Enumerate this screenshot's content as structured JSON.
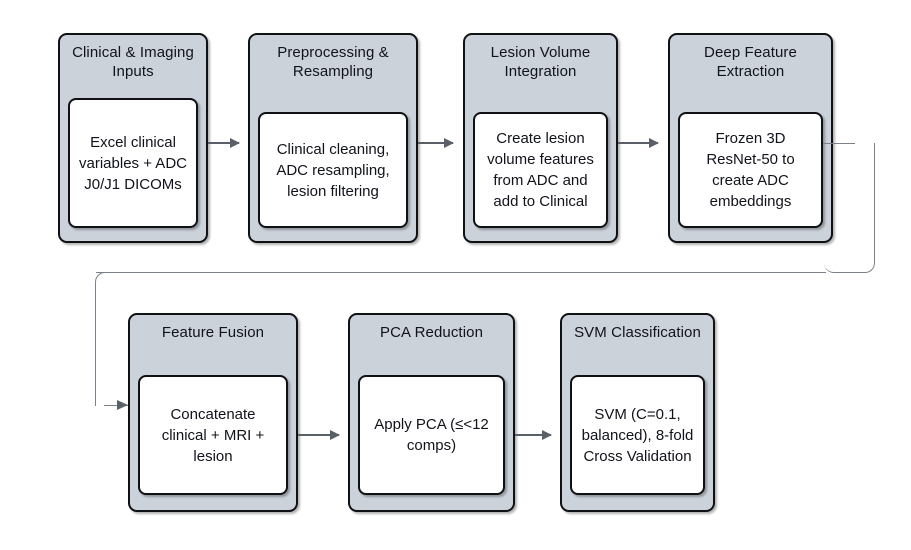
{
  "diagram": {
    "title": "Clinical and imaging machine learning pipeline flowchart",
    "colors": {
      "stage_header_fill": "#ccd2da",
      "stage_body_fill": "#ffffff",
      "stage_border": "#0f1115",
      "connector": "#5a6068",
      "elbow_connector": "#7c8189",
      "page_background": "#ffffff"
    },
    "row1": [
      {
        "id": "clinical-imaging-inputs",
        "title": "Clinical & Imaging Inputs",
        "body": "Excel clinical variables + ADC J0/J1 DICOMs"
      },
      {
        "id": "preprocessing-resampling",
        "title": "Preprocessing & Resampling",
        "body": "Clinical cleaning, ADC resampling, lesion filtering"
      },
      {
        "id": "lesion-volume-integration",
        "title": "Lesion Volume Integration",
        "body": "Create lesion volume features from ADC and add to Clinical"
      },
      {
        "id": "deep-feature-extraction",
        "title": "Deep Feature Extraction",
        "body": "Frozen 3D ResNet-50 to create ADC embeddings"
      }
    ],
    "row2": [
      {
        "id": "feature-fusion",
        "title": "Feature Fusion",
        "body": "Concatenate clinical + MRI + lesion"
      },
      {
        "id": "pca-reduction",
        "title": "PCA Reduction",
        "body": "Apply PCA (≤<12 comps)"
      },
      {
        "id": "svm-classification",
        "title": "SVM Classification",
        "body": "SVM (C=0.1, balanced), 8-fold Cross Validation"
      }
    ]
  }
}
